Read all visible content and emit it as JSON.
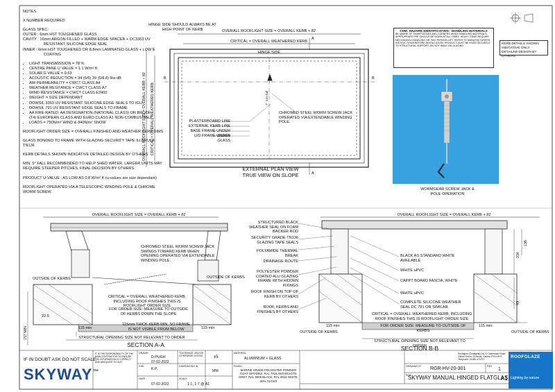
{
  "notes": {
    "heading": "NOTES",
    "x_number": "X NUMBER REQUIRED",
    "glass_spec_title": "GLASS SPEC:",
    "glass_outer": "OUTER : 6mm HST TOUGHENED GLASS",
    "glass_cavity_1": "CAVITY : 16mm ARGON FILLED + WARM EDGE SPACER + DC3363 UV",
    "glass_cavity_2": "RESISTANT SILICONE EDGE SEAL",
    "glass_inner_1": "INNER : 6mm HST TOUGHENED OR 8.8mm LAMINATED GLASS + LOW E",
    "glass_inner_2": "COATING",
    "bullets": [
      "LIGHT TRANSMISSION = 78 %",
      "CENTRE PANE U VALUE = 1.1 W/m² K",
      "SOLAR G VALUE = 0.63",
      "ACOUSTIC REDUCTION = 34 (6/6) 39 (6/8.8) Rw dB",
      "AIR PERMEABILITY = CWCT CLASS A4",
      "WEATHER RESITANCE = CWCT CLASS A7",
      "WIND RESISTANCE = CWCT CLASS E2400",
      "WEIGHT = SIZE DEPENDANT",
      "DOWSIL 3363 UV RESISTANT SILICONE EDGE SEALS TO IGU",
      "DOWSIL 791 UV RESISTANT EDGE SEALS TO FRAME",
      "AA FIRE-RATED: AA DESIGNATION (NATIONAL CLASS) OR BROOF",
      "(T4) EUROPEAN CLASS AND EURO CLASS A1 NON-COMBUSTIBLE",
      "LOADS = 750N/m² WIND & 840N/m² SNOW"
    ],
    "para1": "ROOFLIGHT ORDER SIZE = OVERALL FINISHED AND WEATHER KERB DIMS",
    "para2": "GLASS BONDED TO FRAME WITH GLAZING SECURITY TAPE ILLBRUCK TN136",
    "para3": "KERB DETAILS SHOWN INDICATIVE DETAILED DESIGN BY OTHERS",
    "para4": "MIN. 5° FALL RECOMMENDED TO HELP SHED WATER. LARGER UNITS MAY REQUIRE STEEPER PITCHES. FINAL DECISION BY OTHERS.",
    "para5": "PRODUCT U-VALUE : AS LOW AS 0.8 W/m² K (u-values are size dependant)",
    "para6": "ROOFLIGHT OPERATED VIA A TELESCOPIC WINDING POLE & CHROME WORM SCREW."
  },
  "plan": {
    "hinge_note": "HINGE SIDE SHOULD ALWAYS BE AT HIGH POINT OF KERB",
    "overall_width": "OVERALL ROOFLIGHT SIZE = OVERALL KERB + 82",
    "critical_width": "CRITICAL = OVERALL WEATHERED KERB",
    "hinge_side": "HINGE SIDE",
    "overall_height": "OVERALL ROOFLIGHT SIZE = OVERALL KERB + 82",
    "critical_height": "CRITICAL = OVERALL WEATHERED KERB",
    "jack_note": "CHROMED STEEL WORM SCREW JACK OPERATED VIA EXTENDABLE WINDING POLE.",
    "legend": [
      "PLASTERBOARD LINE",
      "EXTERNAL KERB LINE",
      "BASE FRAME UNDER GLASS",
      "U/D FRAME UNDER GLASS"
    ],
    "min_note": "7° min fall",
    "view_title_1": "EXTERNAL PLAN VIEW",
    "view_title_2": "TRUE VIEW ON SLOPE",
    "sec_a_top": "A",
    "sec_a_bot": "A",
    "sec_b_left": "B",
    "sec_b_right": "B"
  },
  "hazard": {
    "title": "CDM: HAZARD IDENTIFICATION - HANDLING MATERIALS",
    "body": "BE AWARE OF SHARP EDGES AND CORNERS WHEN HANDLING MATERIALS. APPROPRIATE PPE SHOULD BE WORN AT ALL TIMES. HEAVY ITEMS REQUIRE MECHANICAL HANDLING OR TWO PERSON LIFT. REFER TO MANUFACTURERS INSTRUCTIONS BEFORE INSTALLATION. PRODUCT MUST BE FIXED SECURELY TO STRUCTURAL SUPPORT. DO NOT WALK ON GLAZING."
  },
  "disclaimer": "KERB DETAILS SHOWN INDICATIVE ONLY. DETAILED DESIGN BY OTHERS",
  "photo_caption_1": "WORMGEAR SCREW JACK &",
  "photo_caption_2": "POLE OPERATION",
  "section_a": {
    "overall": "OVERALL ROOFLIGHT SIZE = OVERALL KERB + 82",
    "jack_note": "CHROMED STEEL WORM SCREW JACK SWINGS TOWARD KERB WHEN OPENING OPERATED VIA EXTENDABLE WINDING POLE.",
    "outside_left": "OUTSIDE OF KERBS",
    "outside_right": "OUTSIDE OF KERBS",
    "critical": "CRITICAL = OVERALL WEATHERED KERB, INCLUDING ROOF FINISHES THIS IS ROOFLIGHT ORDER SIZE",
    "order_size": "FOR ORDER SIZE: MEASURE TO OUTSIDE OF KERBS DOWN THE SLOPE",
    "dim_225": "22.5",
    "dim_157": "157 MIN",
    "dim_115l": "115 min",
    "dim_115r": "115 min",
    "kerb_note": "115mm THICK KERB MIN. SO FRAME IS NOT VISIBLE FROM BELOW",
    "structural": "STRUCTURAL OPENING SIZE NOT RELEVANT TO ORDER",
    "title": "SECTION A-A"
  },
  "section_b": {
    "overall": "OVERALL ROOFLIGHT SIZE = OVERALL KERB + 82",
    "labels_left": [
      "STRUCTURED BLACK WEATHER SEAL ON FOAM BACKER ROD",
      "SECURITY GRADE TN136 GLAZING TAPE SEALS",
      "POLYAMIDE THERMAL BREAK",
      "DRAINAGE ROUTE",
      "POLYESTER POWDER COATED ALU GLAZING FRAME WITH HIDDEN FIXINGS",
      "ROOF FINISH ON TOP OF KERB BY OTHERS",
      "ROOF, KERBS AND FINISHES BY OTHERS"
    ],
    "labels_right": [
      "BLACK AS STANDARD WHITE AVAILABLE",
      "WHITE uPVC",
      "CAPPT BOARD FASCIA, WHITE",
      "WHITE uPVC",
      "COMPLETE SILICONE WEATHER SEAL DC 791 OR SIMILAR"
    ],
    "critical": "CRITICAL = OVERALL WEATHERED KERB, INCLUDING ROOF FINISHES THIS IS ROOFLIGHT ORDER SIZE",
    "order_size": "FOR ORDER SIZE: MEASURE TO OUTSIDE OF KERBS",
    "outside_left": "OUTSIDE OF KERBS",
    "outside_right": "OUTSIDE OF KERBS",
    "dim_115l": "115 min",
    "dim_115r": "115 min",
    "dim_234": "234",
    "dim_136": "136",
    "dim_49": "49",
    "structural": "STRUCTURAL OPENING SIZE NOT RELEVANT TO ORDER",
    "title": "SECTION B-B"
  },
  "titleblock": {
    "if_in_doubt": "IF IN DOUBT ASK DO NOT SCALE",
    "brand": "SKYWAY",
    "copyright": "IT IS THE RESPONSIBILITY OF THE MAIN CONTRACTOR TO ENSURE THE INFORMATION IS CORRECT AND ADEQUATE TO SUIT.",
    "drawn_label": "DRAWN",
    "drawn_val": "D.PUGH",
    "checked_label": "CHK",
    "checked_val": "K.P.",
    "date_label": "DATE",
    "date1": "07-02-2022",
    "date2": "07-02-2022",
    "tol_label": "TOLERANCE UNLESS OTHERWISE STATED",
    "tol_val": "±5",
    "dim_label": "DIMENSIONS IN",
    "dim_val": "MM",
    "scale_label": "SCALE",
    "scale_val": "1:1, 1:7 @ A1",
    "material_label": "MATERIAL",
    "material_val": "ALUMINIUM + GLASS",
    "finish_label": "FINISH",
    "finish_val": "MARINE GRADE POLYESTER POWDER COAT OPTIONS: RAL 7016 ANTHRACITE GREY, RAL 9005 BLACK, RAL 9016 WHITE, 30% GLOSS",
    "address": "Rooflights (Coatlights) Ltd, 1 Chelmsford Road, Gibbet Green, St Neots, Cambs, PE19 8HT. Telephone: 01480 474797",
    "drawing_label": "DRAWING N°",
    "drawing_val": "RGR-HV-20-301",
    "size_label": "SIZE",
    "size_val": "A1",
    "rev_label": "REV",
    "rev_val": "1",
    "title": "SKYWAY MANUAL HINGED FLATGLASS",
    "logo": "ROOFGLAZE",
    "logo_sub": "Lighting by nature"
  }
}
